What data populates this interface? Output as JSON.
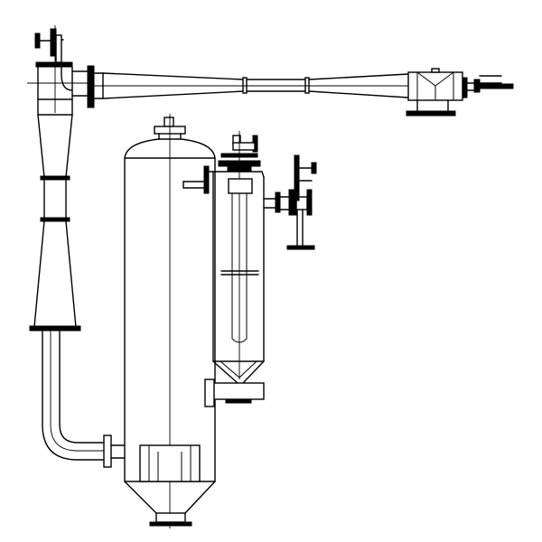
{
  "drawing": {
    "kind": "process-equipment-line-drawing",
    "text_labels": [],
    "colors": {
      "line": "#000000",
      "background": "#ffffff"
    },
    "components": [
      "inlet-valve",
      "top-elbow",
      "venturi-duct",
      "inlet-box",
      "side-inlet-pipe",
      "cyclone",
      "downcomer-pipe",
      "bottom-elbow",
      "main-vessel",
      "secondary-vessel",
      "secondary-valve"
    ]
  }
}
